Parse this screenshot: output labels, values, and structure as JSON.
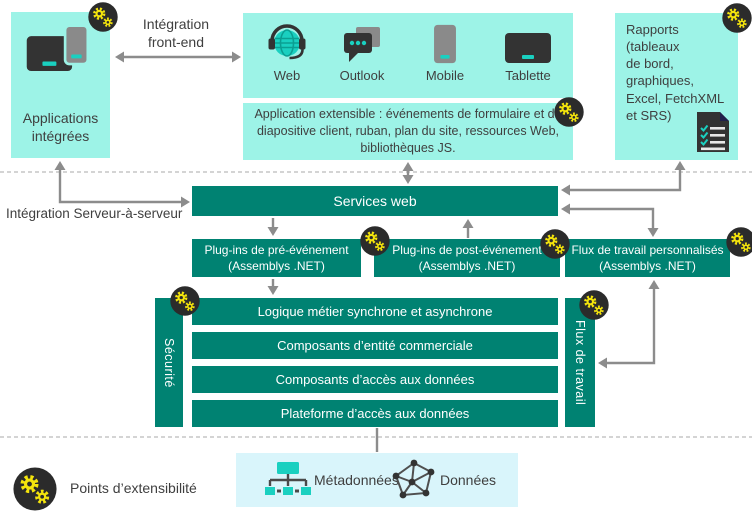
{
  "colors": {
    "teal": "#008272",
    "cyan": "#9df3e7",
    "light_cyan": "#d9f5fb",
    "arrow": "#8c8c8c",
    "badge_bg": "#2b2b2b",
    "gear_yellow": "#f4e40c",
    "icon_dark": "#333333",
    "icon_teal": "#1ad0c0",
    "icon_gray": "#8a8a8a",
    "text": "#3f3f3f"
  },
  "legend": {
    "label": "Points d’extensibilité"
  },
  "connectors": {
    "frontend_label": "Intégration\nfront-end",
    "server_label": "Intégration Serveur-à-serveur"
  },
  "top": {
    "integrated_apps_label": "Applications\nintégrées",
    "clients": [
      "Web",
      "Outlook",
      "Mobile",
      "Tablette"
    ],
    "extensible_text": "Application extensible : événements de formulaire et de diapositive client, ruban, plan du site, ressources Web, bibliothèques JS.",
    "reports_text": "Rapports\n(tableaux\nde bord,\ngraphiques,\nExcel, FetchXML\net SRS)"
  },
  "services": {
    "web_services": "Services web",
    "pre_event": "Plug-ins de pré-événement\n(Assemblys .NET)",
    "post_event": "Plug-ins de post-événement\n(Assemblys .NET)",
    "custom_workflows": "Flux de travail personnalisés\n(Assemblys .NET)"
  },
  "core": {
    "security": "Sécurité",
    "workflow": "Flux de travail",
    "layers": [
      "Logique métier synchrone et asynchrone",
      "Composants d’entité commerciale",
      "Composants d’accès aux données",
      "Plateforme d’accès aux données"
    ]
  },
  "storage": {
    "metadata_label": "Métadonnées",
    "data_label": "Données"
  }
}
